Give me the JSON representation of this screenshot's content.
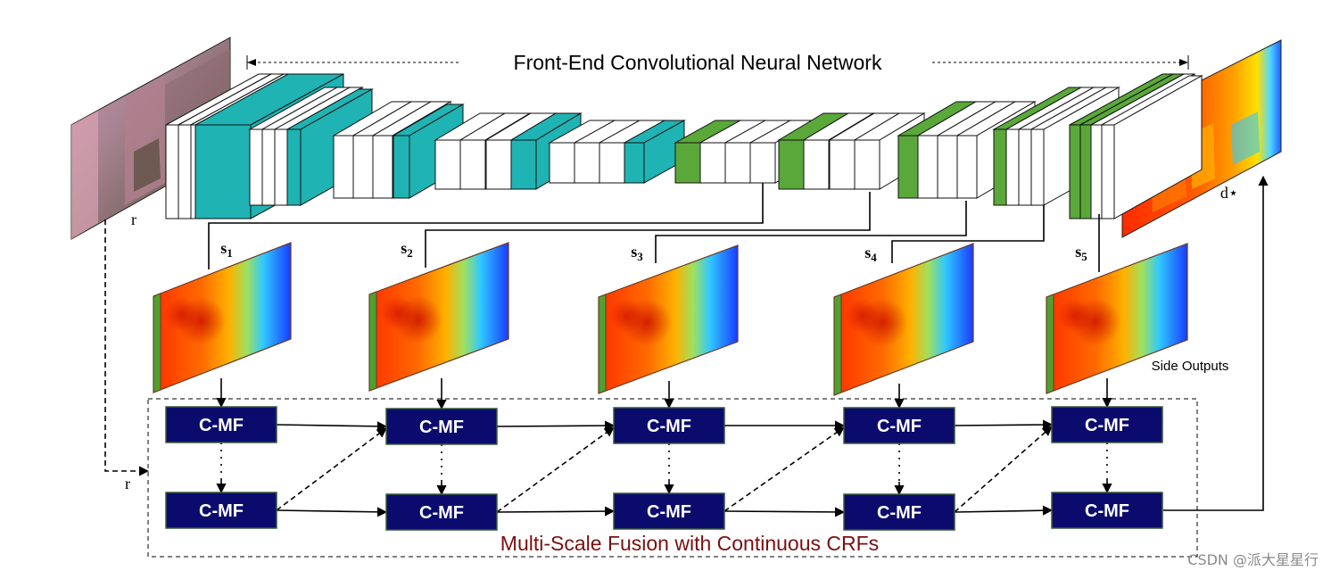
{
  "header": {
    "network_title": "Front-End Convolutional Neural Network"
  },
  "labels": {
    "input": "r",
    "input_bottom": "r",
    "output": "d⋆",
    "side_outputs": "Side Outputs",
    "fusion_title": "Multi-Scale Fusion with Continuous CRFs",
    "side_maps": [
      "s",
      "s",
      "s",
      "s",
      "s"
    ],
    "side_map_subs": [
      "1",
      "2",
      "3",
      "4",
      "5"
    ]
  },
  "cmf": {
    "label": "C-MF",
    "top_row": [
      "C-MF",
      "C-MF",
      "C-MF",
      "C-MF",
      "C-MF"
    ],
    "bottom_row": [
      "C-MF",
      "C-MF",
      "C-MF",
      "C-MF",
      "C-MF"
    ]
  },
  "watermark": "CSDN @派大星星行",
  "colors": {
    "encoder_block": "#1fb3b3",
    "decoder_block": "#5aa83a",
    "cmf_box": "#0b0b6e",
    "cmf_text": "#ffffff",
    "fusion_title": "#7a1010",
    "plain_block": "#ffffff"
  }
}
